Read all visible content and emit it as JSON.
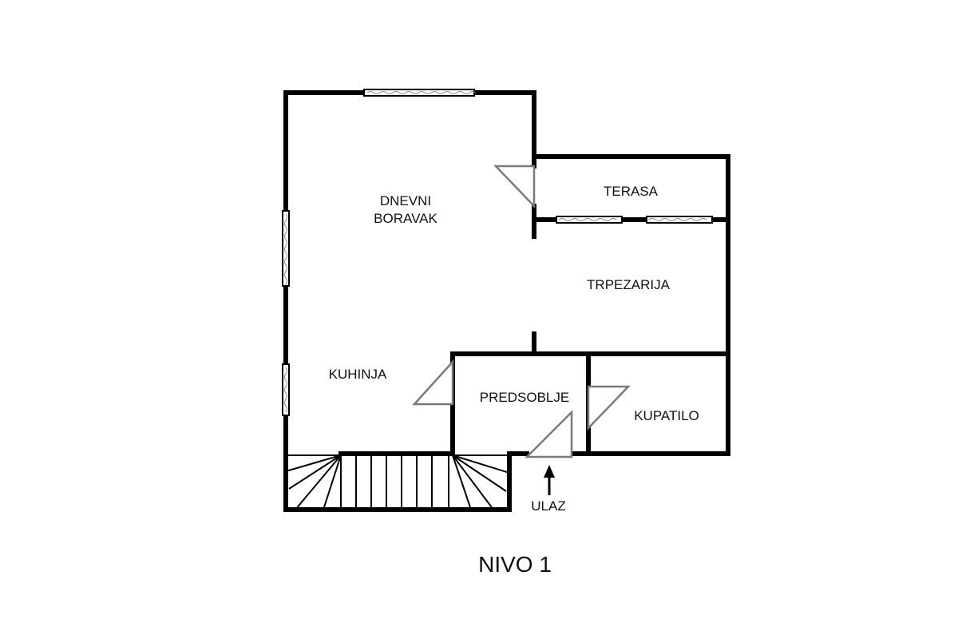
{
  "plan": {
    "title": "NIVO 1",
    "rooms": {
      "dnevni_boravak_line1": "DNEVNI",
      "dnevni_boravak_line2": "BORAVAK",
      "terasa": "TERASA",
      "trpezarija": "TRPEZARIJA",
      "kuhinja": "KUHINJA",
      "predsoblje": "PREDSOBLJE",
      "kupatilo": "KUPATILO"
    },
    "entrance_label": "ULAZ"
  },
  "colors": {
    "wall": "#000000",
    "door_outline": "#7a7a7a",
    "background": "#ffffff"
  }
}
